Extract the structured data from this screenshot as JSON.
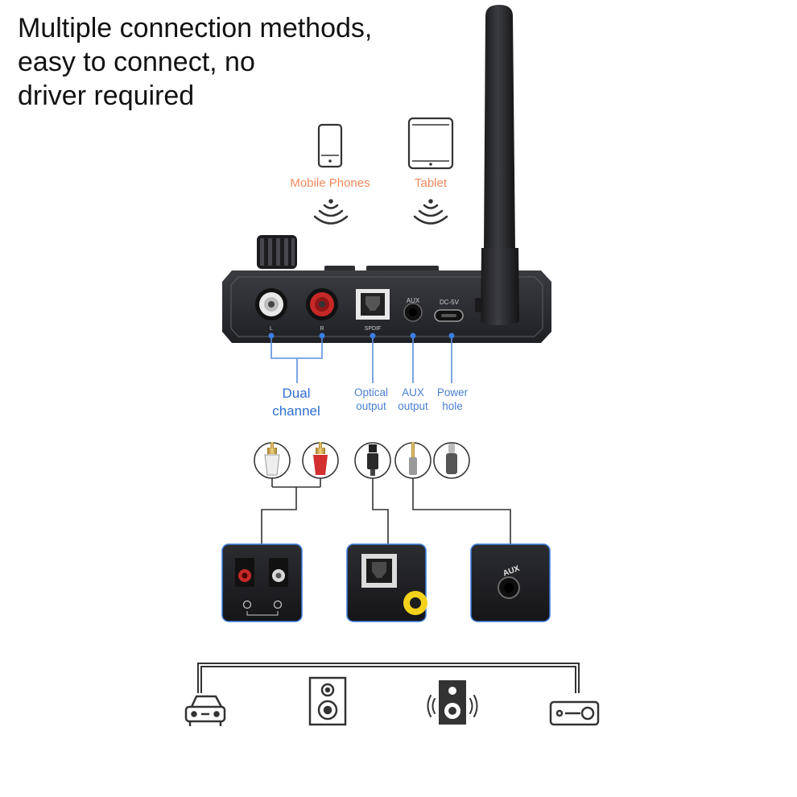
{
  "headline": {
    "lines": [
      "Multiple connection methods,",
      "easy to connect, no",
      "driver required"
    ]
  },
  "sources": [
    {
      "label": "Mobile Phones",
      "icon": "smartphone-icon"
    },
    {
      "label": "Tablet",
      "icon": "tablet-icon"
    }
  ],
  "device": {
    "port_labels": {
      "left": "L",
      "right": "R",
      "spdif": "SPDIF",
      "aux": "AUX",
      "dc": "DC-5V"
    }
  },
  "outputs": {
    "dual_channel": [
      "Dual",
      "channel"
    ],
    "optical": [
      "Optical",
      "output"
    ],
    "aux": [
      "AUX",
      "output"
    ],
    "power": [
      "Power",
      "hole"
    ]
  },
  "panels": {
    "aux_label": "AUX"
  },
  "destinations": [
    {
      "icon": "car-icon"
    },
    {
      "icon": "speaker-icon"
    },
    {
      "icon": "subwoofer-icon"
    },
    {
      "icon": "amplifier-icon"
    }
  ],
  "colors": {
    "source_label": "#f08a5d",
    "port_label": "#4a7fd6",
    "connector_line": "#5b8fdc",
    "device_body": "#2b2d31",
    "rca_red": "#c62828"
  }
}
